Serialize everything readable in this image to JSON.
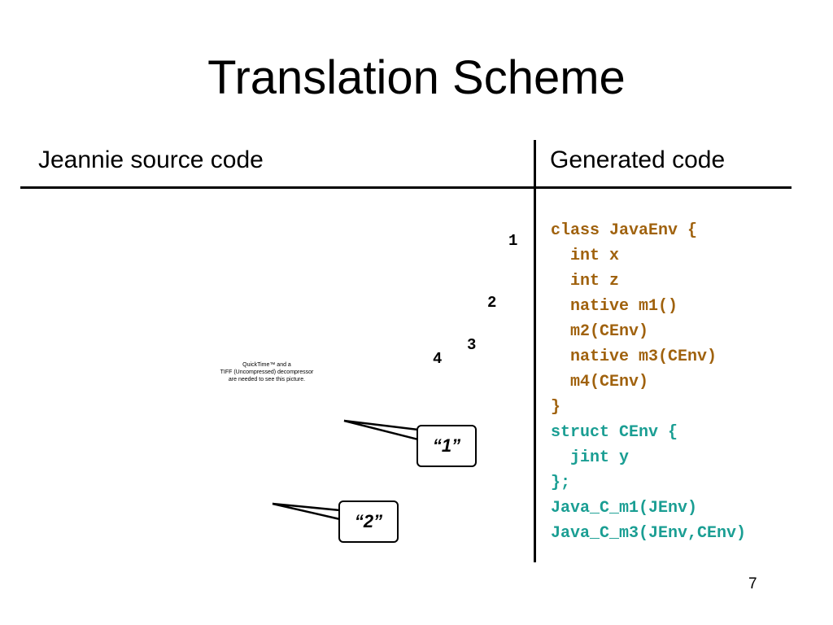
{
  "title": "Translation Scheme",
  "columns": {
    "left_header": "Jeannie source code",
    "right_header": "Generated code"
  },
  "markers": [
    "1",
    "2",
    "3",
    "4"
  ],
  "quicktime_notice": [
    "QuickTime™ and a",
    "TIFF (Uncompressed) decompressor",
    "are needed to see this picture."
  ],
  "generated_code": [
    {
      "text": "class JavaEnv {",
      "color": "#A0620E"
    },
    {
      "text": "  int x",
      "color": "#A0620E"
    },
    {
      "text": "  int z",
      "color": "#A0620E"
    },
    {
      "text": "  native m1()",
      "color": "#A0620E"
    },
    {
      "text": "  m2(CEnv)",
      "color": "#A0620E"
    },
    {
      "text": "  native m3(CEnv)",
      "color": "#A0620E"
    },
    {
      "text": "  m4(CEnv)",
      "color": "#A0620E"
    },
    {
      "text": "}",
      "color": "#A0620E"
    },
    {
      "text": "struct CEnv {",
      "color": "#1A9E93"
    },
    {
      "text": "  jint y",
      "color": "#1A9E93"
    },
    {
      "text": "};",
      "color": "#1A9E93"
    },
    {
      "text": "Java_C_m1(JEnv)",
      "color": "#1A9E93"
    },
    {
      "text": "Java_C_m3(JEnv,CEnv)",
      "color": "#1A9E93"
    }
  ],
  "callouts": [
    "“1”",
    "“2”"
  ],
  "page_number": "7"
}
